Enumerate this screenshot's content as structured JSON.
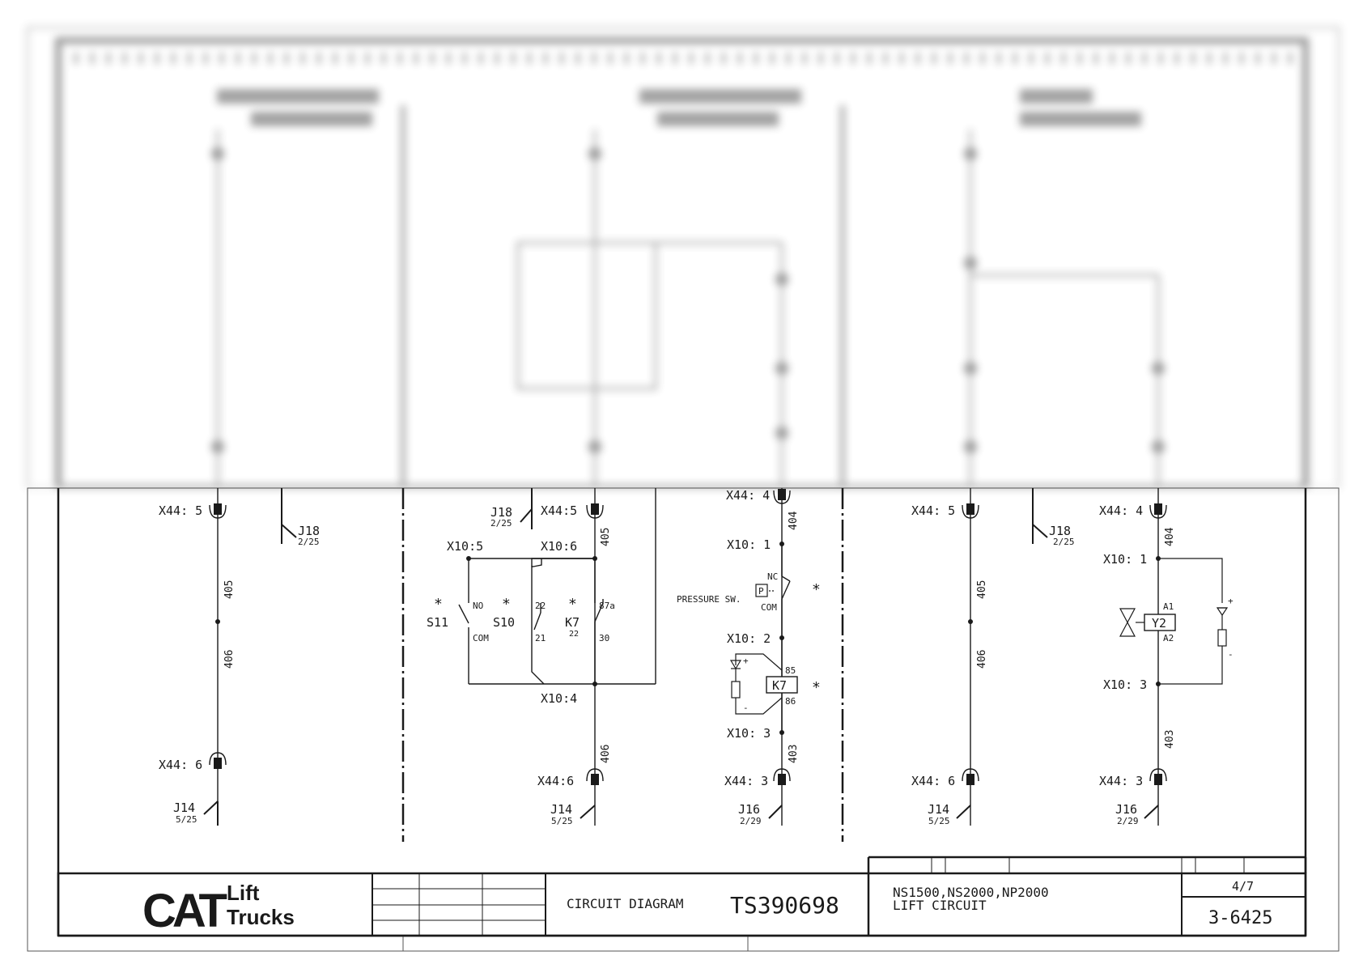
{
  "title_block": {
    "logo_brand": "CAT",
    "logo_line1": "Lift",
    "logo_line2": "Trucks",
    "diagram_type": "CIRCUIT DIAGRAM",
    "drawing_number": "TS390698",
    "models": "NS1500,NS2000,NP2000",
    "circuit_name": "LIFT CIRCUIT",
    "sheet": "4/7",
    "page_number": "3-6425"
  },
  "left_section": {
    "top_connector": "X44: 5",
    "mid_connector": "X44: 6",
    "ref_j18": "J18",
    "ref_j18_sub": "2/25",
    "ref_j14": "J14",
    "ref_j14_sub": "5/25",
    "wire_upper": "405",
    "wire_lower": "406"
  },
  "middle_section": {
    "ref_j18": "J18",
    "ref_j18_sub": "2/25",
    "top_connector": "X44:5",
    "wire_top": "405",
    "node_x10_5": "X10:5",
    "node_x10_6": "X10:6",
    "node_x10_4": "X10:4",
    "wire_bottom": "406",
    "bottom_connector": "X44:6",
    "ref_j14": "J14",
    "ref_j14_sub": "5/25",
    "switch_s11": "S11",
    "switch_s11_no": "NO",
    "switch_s11_com": "COM",
    "switch_s10": "S10",
    "switch_s10_22": "22",
    "switch_s10_21": "21",
    "relay_k7": "K7",
    "relay_k7_sub": "22",
    "relay_k7_87a": "87a",
    "relay_k7_30": "30",
    "asterisk": "*"
  },
  "pressure_section": {
    "top_connector": "X44: 4",
    "wire_top": "404",
    "node_x10_1": "X10: 1",
    "pressure_label": "PRESSURE SW.",
    "pressure_symbol": "P",
    "pressure_nc": "NC",
    "pressure_com": "COM",
    "node_x10_2": "X10: 2",
    "coil_label": "K7",
    "coil_85": "85",
    "coil_86": "86",
    "node_x10_3": "X10: 3",
    "wire_bottom": "403",
    "bottom_connector": "X44: 3",
    "ref_j16": "J16",
    "ref_j16_sub": "2/29",
    "plus": "+",
    "minus": "-",
    "asterisk": "*"
  },
  "right_section": {
    "left_top_connector": "X44: 5",
    "ref_j18": "J18",
    "ref_j18_sub": "2/25",
    "left_wire_upper": "405",
    "left_wire_lower": "406",
    "left_bottom_connector": "X44: 6",
    "ref_j14": "J14",
    "ref_j14_sub": "5/25",
    "right_top_connector": "X44: 4",
    "right_wire_top": "404",
    "node_x10_1": "X10: 1",
    "valve_label": "Y2",
    "valve_a1": "A1",
    "valve_a2": "A2",
    "node_x10_3": "X10: 3",
    "right_wire_bottom": "403",
    "right_bottom_connector": "X44: 3",
    "ref_j16": "J16",
    "ref_j16_sub": "2/29",
    "plus": "+",
    "minus": "-"
  }
}
